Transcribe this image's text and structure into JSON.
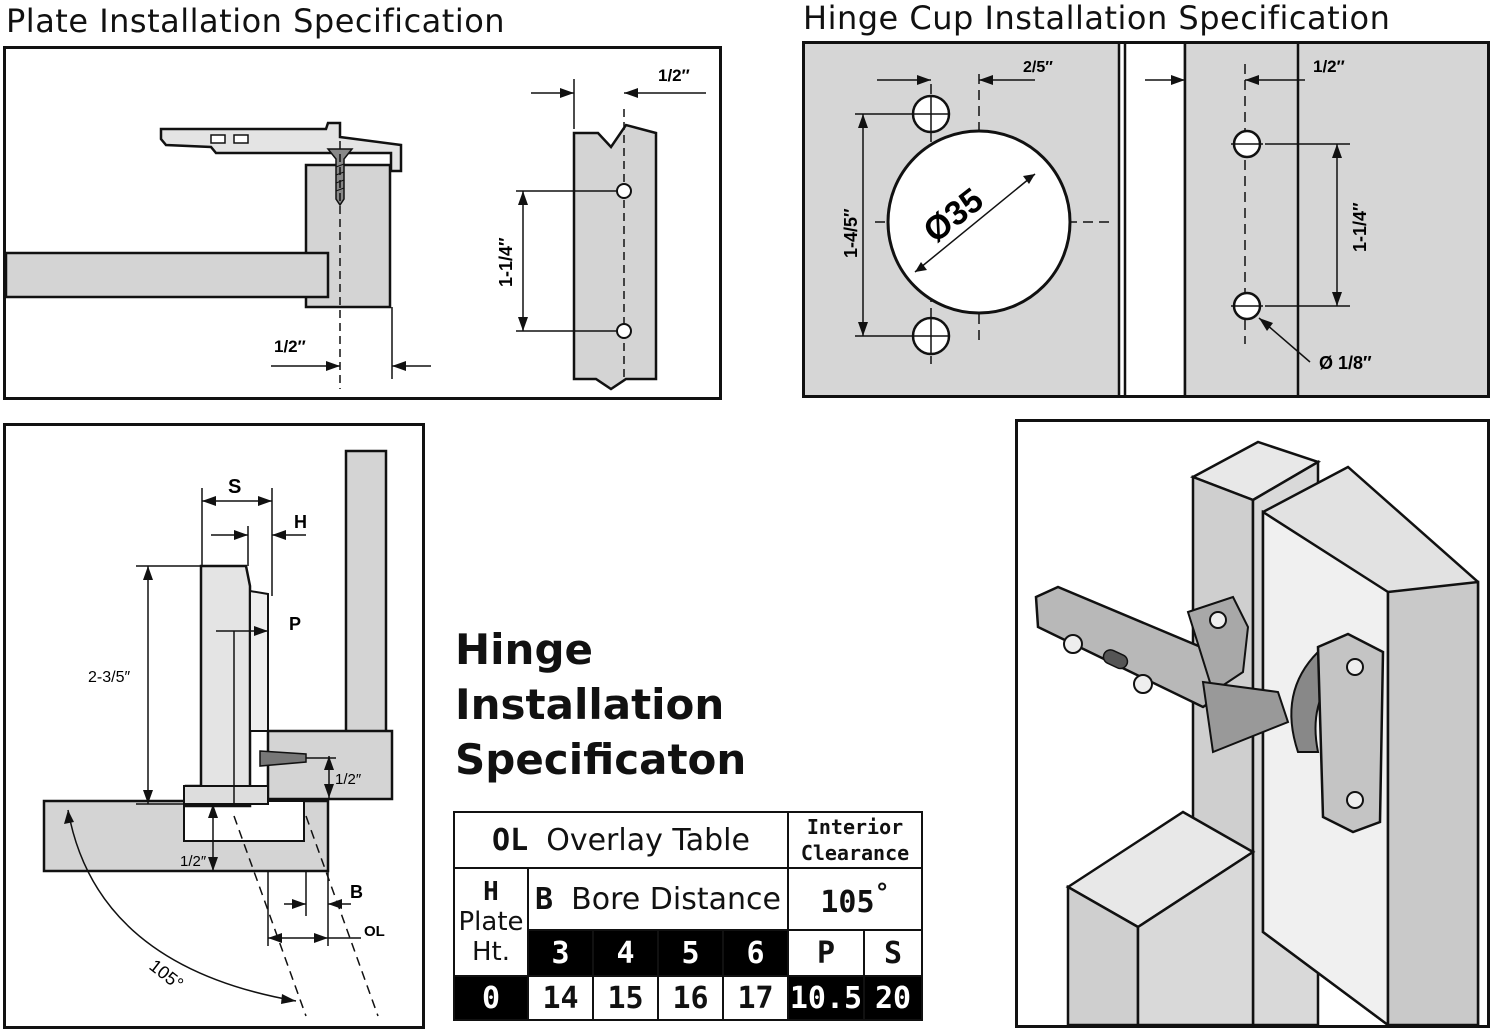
{
  "titles": {
    "plate": "Plate Installation Specification",
    "cup": "Hinge Cup Installation Specification",
    "hinge_line1": "Hinge",
    "hinge_line2": "Installation",
    "hinge_line3": "Specificaton"
  },
  "plate_dims": {
    "top_half": "1/2″",
    "bottom_half": "1/2″",
    "hole_spacing": "1-1/4″"
  },
  "cup_dims": {
    "offset": "2/5″",
    "plate_offset": "1/2″",
    "cup_hole_spacing": "1-4/5″",
    "plate_hole_spacing": "1-1/4″",
    "cup_diameter": "Ø35",
    "small_hole": "Ø 1/8″"
  },
  "side_dims": {
    "s": "S",
    "h": "H",
    "p": "P",
    "height": "2-3/5″",
    "plate_depth": "1/2″",
    "door_depth": "1/2″",
    "b": "B",
    "ol": "OL",
    "angle": "105°"
  },
  "table": {
    "header_ol": "OL",
    "header_overlay": "Overlay Table",
    "interior_line1": "Interior",
    "interior_line2": "Clearance",
    "h_label": "H",
    "plate_label": "Plate",
    "ht_label": "Ht.",
    "b_label": "B",
    "bore_label": "Bore Distance",
    "angle": "105",
    "degree": "°",
    "bore_values": [
      "3",
      "4",
      "5",
      "6"
    ],
    "p_label": "P",
    "s_label": "S",
    "row_h": "0",
    "row_values": [
      "14",
      "15",
      "16",
      "17"
    ],
    "row_p": "10.5",
    "row_s": "20"
  }
}
